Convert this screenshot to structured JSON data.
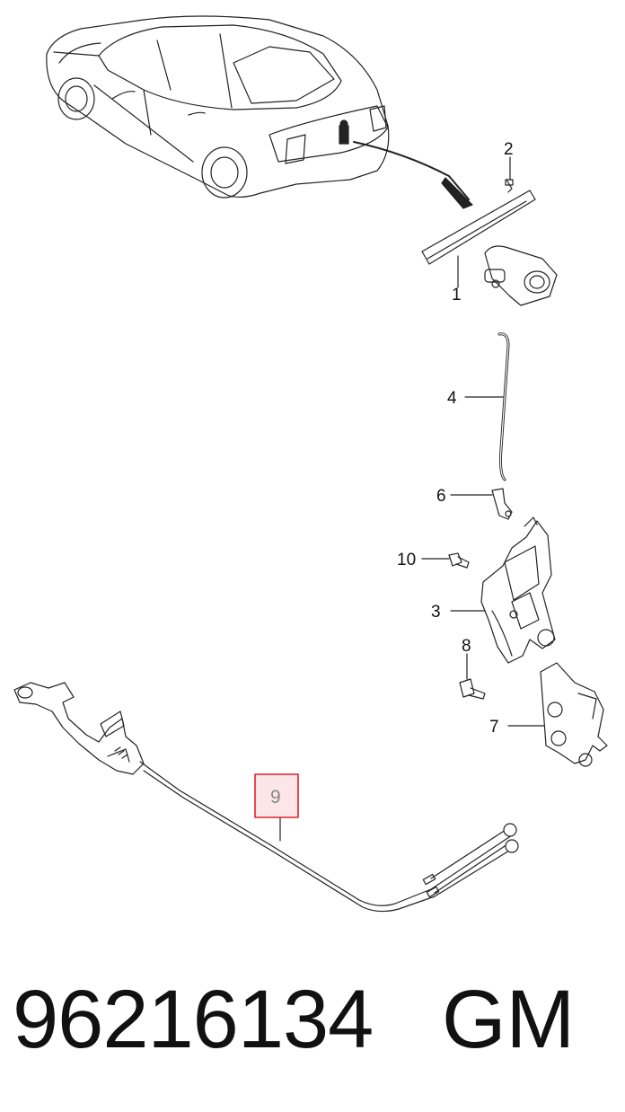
{
  "callouts": {
    "c1": "1",
    "c2": "2",
    "c3": "3",
    "c4": "4",
    "c6": "6",
    "c7": "7",
    "c8": "8",
    "c9": "9",
    "c10": "10"
  },
  "highlighted_callout": "9",
  "highlight_color": "#e0202a",
  "footer": {
    "part_number": "96216134",
    "brand": "GM"
  }
}
